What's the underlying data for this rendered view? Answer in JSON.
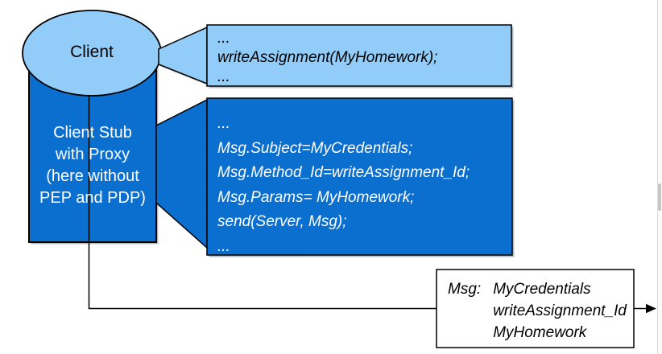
{
  "diagram": {
    "client": {
      "label": "Client"
    },
    "client_stub": {
      "label": "Client Stub\nwith Proxy\n(here without\nPEP and PDP)"
    },
    "client_code": {
      "text": "...\nwriteAssignment(MyHomework);\n..."
    },
    "stub_code": {
      "text": "...\nMsg.Subject=MyCredentials;\nMsg.Method_Id=writeAssignment_Id;\nMsg.Params= MyHomework;\nsend(Server, Msg);\n..."
    },
    "message": {
      "label": "Msg:",
      "values": "MyCredentials\nwriteAssignment_Id\nMyHomework"
    }
  },
  "colors": {
    "light_blue": "#92ccf8",
    "dark_blue": "#0b6fd0",
    "outline": "#000000",
    "shadow": "#6b7d8f",
    "text_on_dark": "#ffffff",
    "text_on_light": "#000000"
  }
}
